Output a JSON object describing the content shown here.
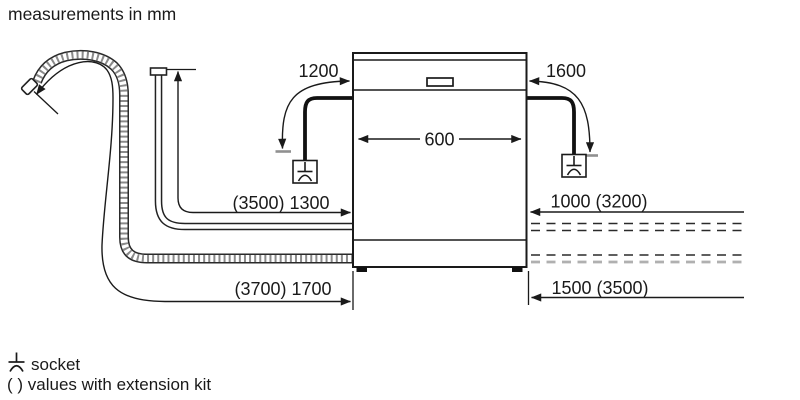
{
  "title": "measurements in mm",
  "dimensions": {
    "left_power_cord": "1200",
    "right_power_cord": "1600",
    "appliance_width": "600",
    "supply_hose": "(3500) 1300",
    "right_upper": "1000 (3200)",
    "drain_hose": "(3700) 1700",
    "right_lower": "1500 (3500)"
  },
  "legend": {
    "socket": "socket",
    "extension": "( ) values with extension kit"
  },
  "icons": {
    "socket_symbol": "socket-outlet-symbol"
  },
  "colors": {
    "line": "#1a1a1a",
    "hose_corrugation": "#8a8a8a",
    "ground_mark": "#909090",
    "dashed_gray": "#b0b0b0",
    "background": "#ffffff"
  }
}
